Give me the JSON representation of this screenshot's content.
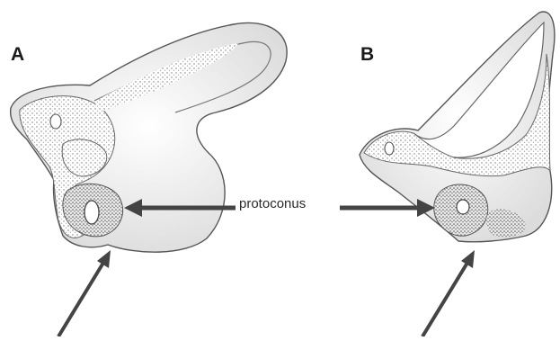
{
  "figure": {
    "panels": [
      {
        "id": "A",
        "label": "A"
      },
      {
        "id": "B",
        "label": "B"
      }
    ],
    "annotation": {
      "label": "protoconus"
    }
  }
}
